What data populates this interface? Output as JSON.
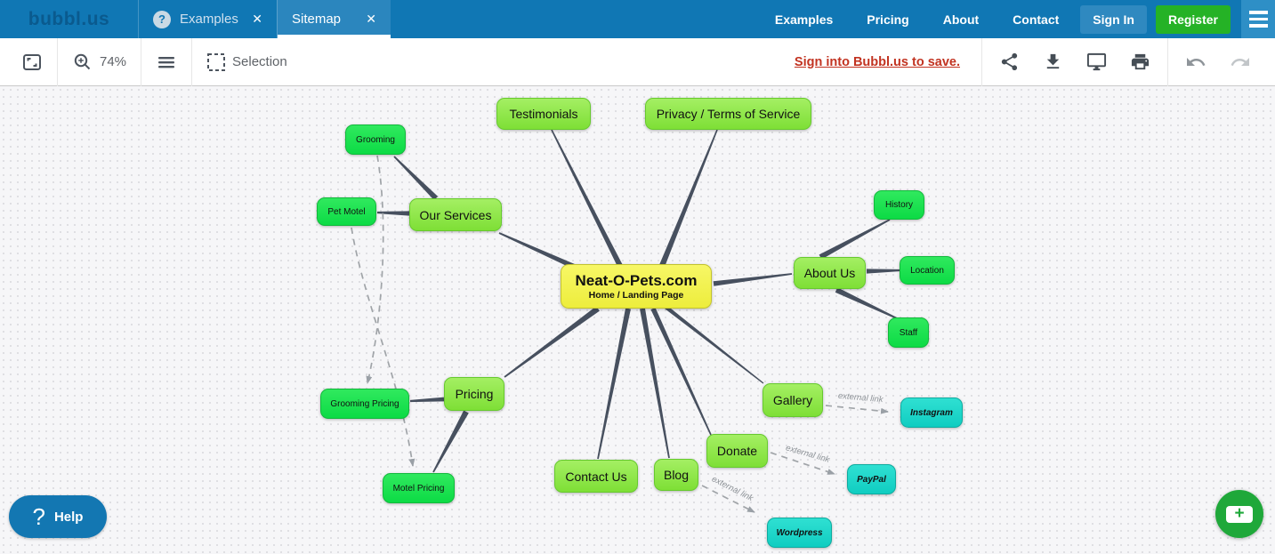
{
  "topbar": {
    "logo": "bubbl.us",
    "examples_tab": "Examples",
    "sitemap_tab": "Sitemap",
    "close_glyph": "✕",
    "question_glyph": "?",
    "nav": {
      "examples": "Examples",
      "pricing": "Pricing",
      "about": "About",
      "contact": "Contact"
    },
    "sign_in": "Sign In",
    "register": "Register"
  },
  "toolbar": {
    "zoom_level": "74%",
    "selection": "Selection",
    "save_link": "Sign into Bubbl.us to save."
  },
  "map": {
    "center": {
      "title": "Neat-O-Pets.com",
      "subtitle": "Home / Landing Page"
    },
    "nodes": {
      "testimonials": "Testimonials",
      "privacy": "Privacy / Terms of Service",
      "grooming": "Grooming",
      "pet_motel": "Pet Motel",
      "our_services": "Our Services",
      "history": "History",
      "about_us": "About Us",
      "location": "Location",
      "staff": "Staff",
      "grooming_pricing": "Grooming Pricing",
      "pricing": "Pricing",
      "motel_pricing": "Motel Pricing",
      "contact_us": "Contact Us",
      "blog": "Blog",
      "donate": "Donate",
      "gallery": "Gallery",
      "instagram": "Instagram",
      "paypal": "PayPal",
      "wordpress": "Wordpress"
    },
    "external_link_label": "external link"
  },
  "help": {
    "label": "Help",
    "question_glyph": "?"
  },
  "colors": {
    "topbar_blue": "#1077b4",
    "active_tab_blue": "#2b86be",
    "register_green": "#25b226",
    "save_link_red": "#c23321",
    "edge_dark": "#47505f",
    "edge_dashed_gray": "#9aa0a6",
    "node_topic_green": "#8fe84a",
    "node_sub_green": "#1ee453",
    "node_external_teal": "#1cd8ca",
    "node_center_yellow": "#f2f24a",
    "canvas_bg": "#f6f6f8"
  }
}
